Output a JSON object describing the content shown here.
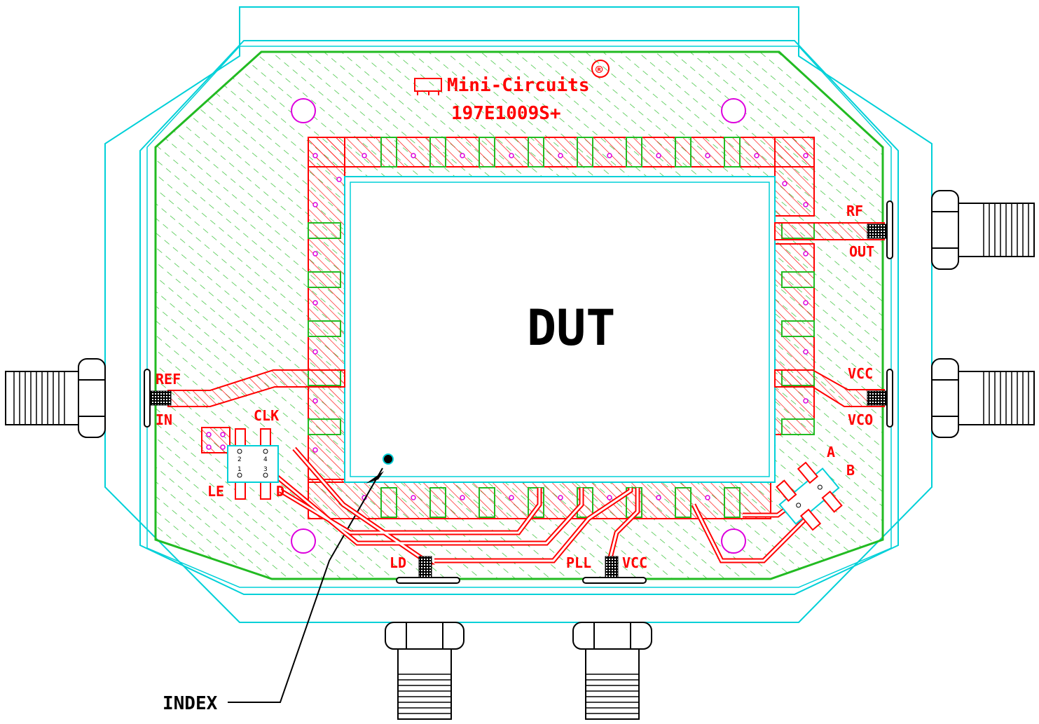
{
  "brand": {
    "name": "Mini-Circuits",
    "registered": "®",
    "part_number": "197E1009S+"
  },
  "dut_label": "DUT",
  "index_label": "INDEX",
  "connector_labels": {
    "ref": "REF",
    "in": "IN",
    "rf": "RF",
    "out": "OUT",
    "vcc_right": "VCC",
    "vco": "VCO",
    "clk": "CLK",
    "le": "LE",
    "d": "D",
    "a": "A",
    "b": "B",
    "ld": "LD",
    "pll": "PLL",
    "vcc_bottom": "VCC"
  },
  "header_pin_numbers": {
    "p1": "1",
    "p2": "2",
    "p3": "3",
    "p4": "4"
  },
  "colors": {
    "outline": "#00d0d8",
    "copper": "#ff0000",
    "ground_hatch": "#22bb22",
    "via": "#dd00dd",
    "connector": "#000000"
  }
}
